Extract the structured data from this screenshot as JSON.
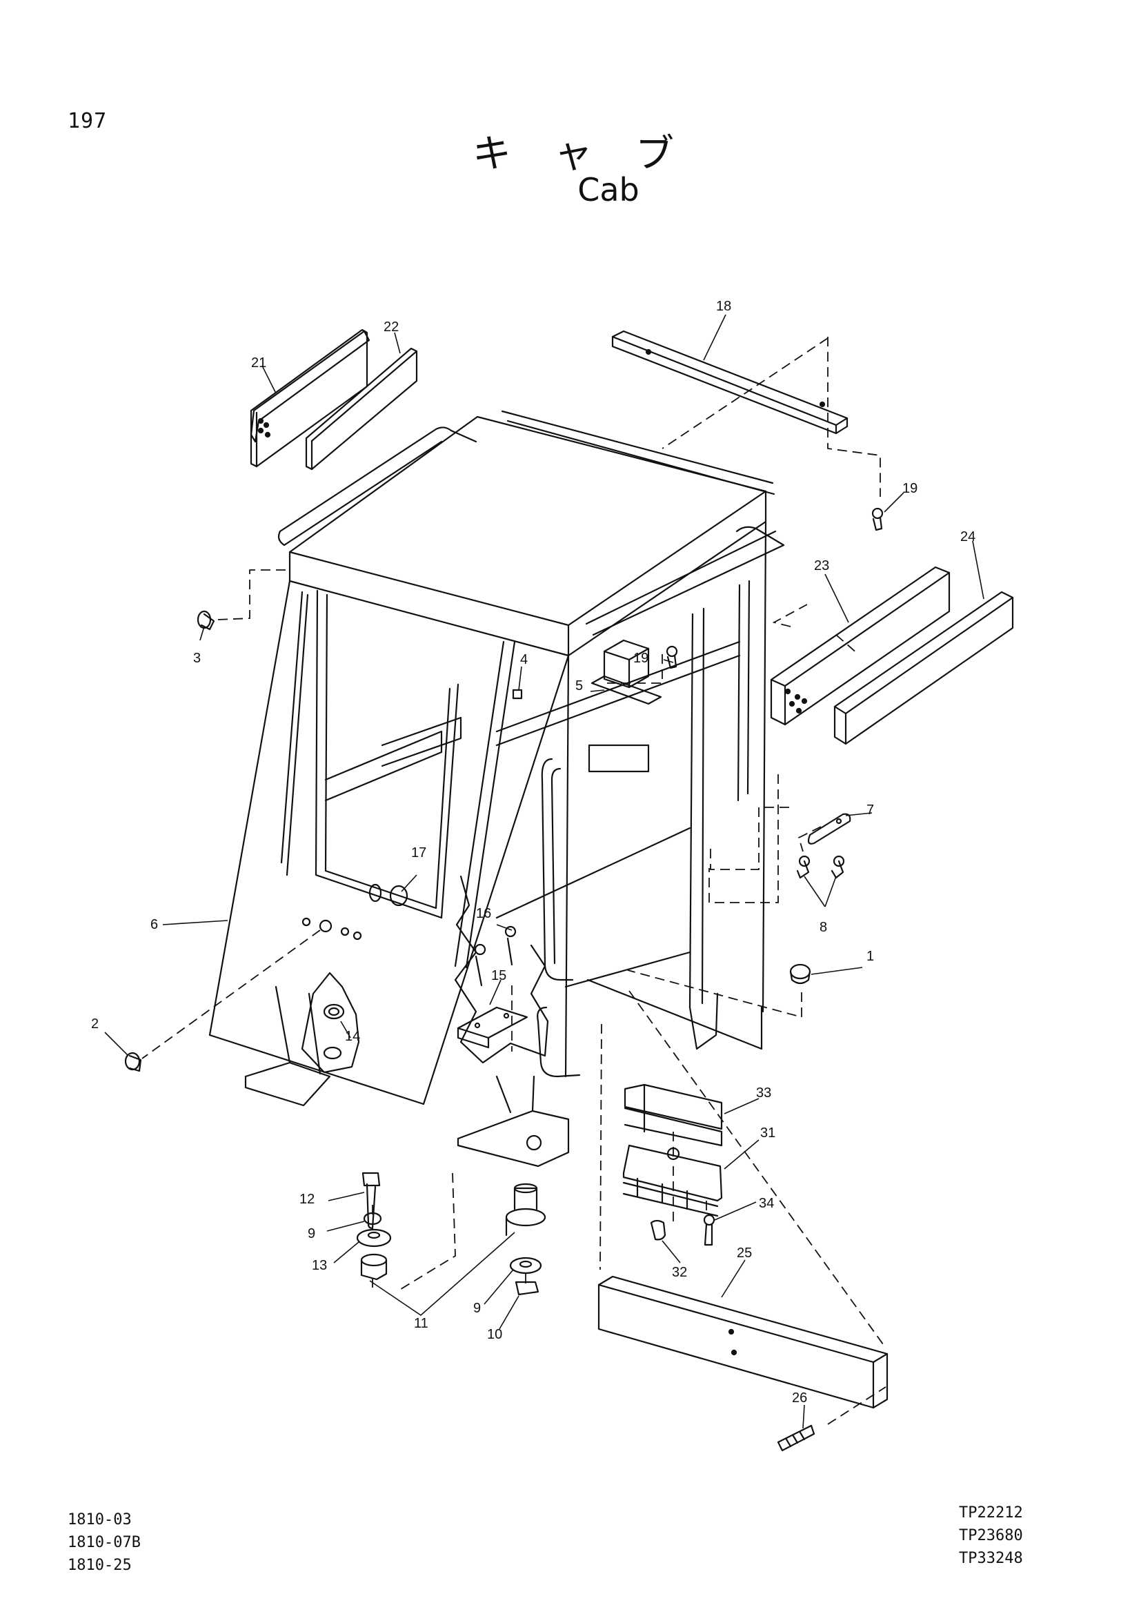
{
  "page_number": "197",
  "title_japanese": "キャブ",
  "title_english": "Cab",
  "callouts": {
    "c1": "1",
    "c2": "2",
    "c3": "3",
    "c4": "4",
    "c5": "5",
    "c6": "6",
    "c7": "7",
    "c8": "8",
    "c9a": "9",
    "c9b": "9",
    "c10": "10",
    "c11": "11",
    "c12": "12",
    "c13": "13",
    "c14": "14",
    "c15": "15",
    "c16": "16",
    "c17": "17",
    "c18": "18",
    "c19a": "19",
    "c19b": "19",
    "c21": "21",
    "c22": "22",
    "c23": "23",
    "c24": "24",
    "c25": "25",
    "c26": "26",
    "c31": "31",
    "c32": "32",
    "c33": "33",
    "c34": "34"
  },
  "references_left": [
    "1810-03",
    "1810-07B",
    "1810-25"
  ],
  "references_right": [
    "TP22212",
    "TP23680",
    "TP33248"
  ]
}
